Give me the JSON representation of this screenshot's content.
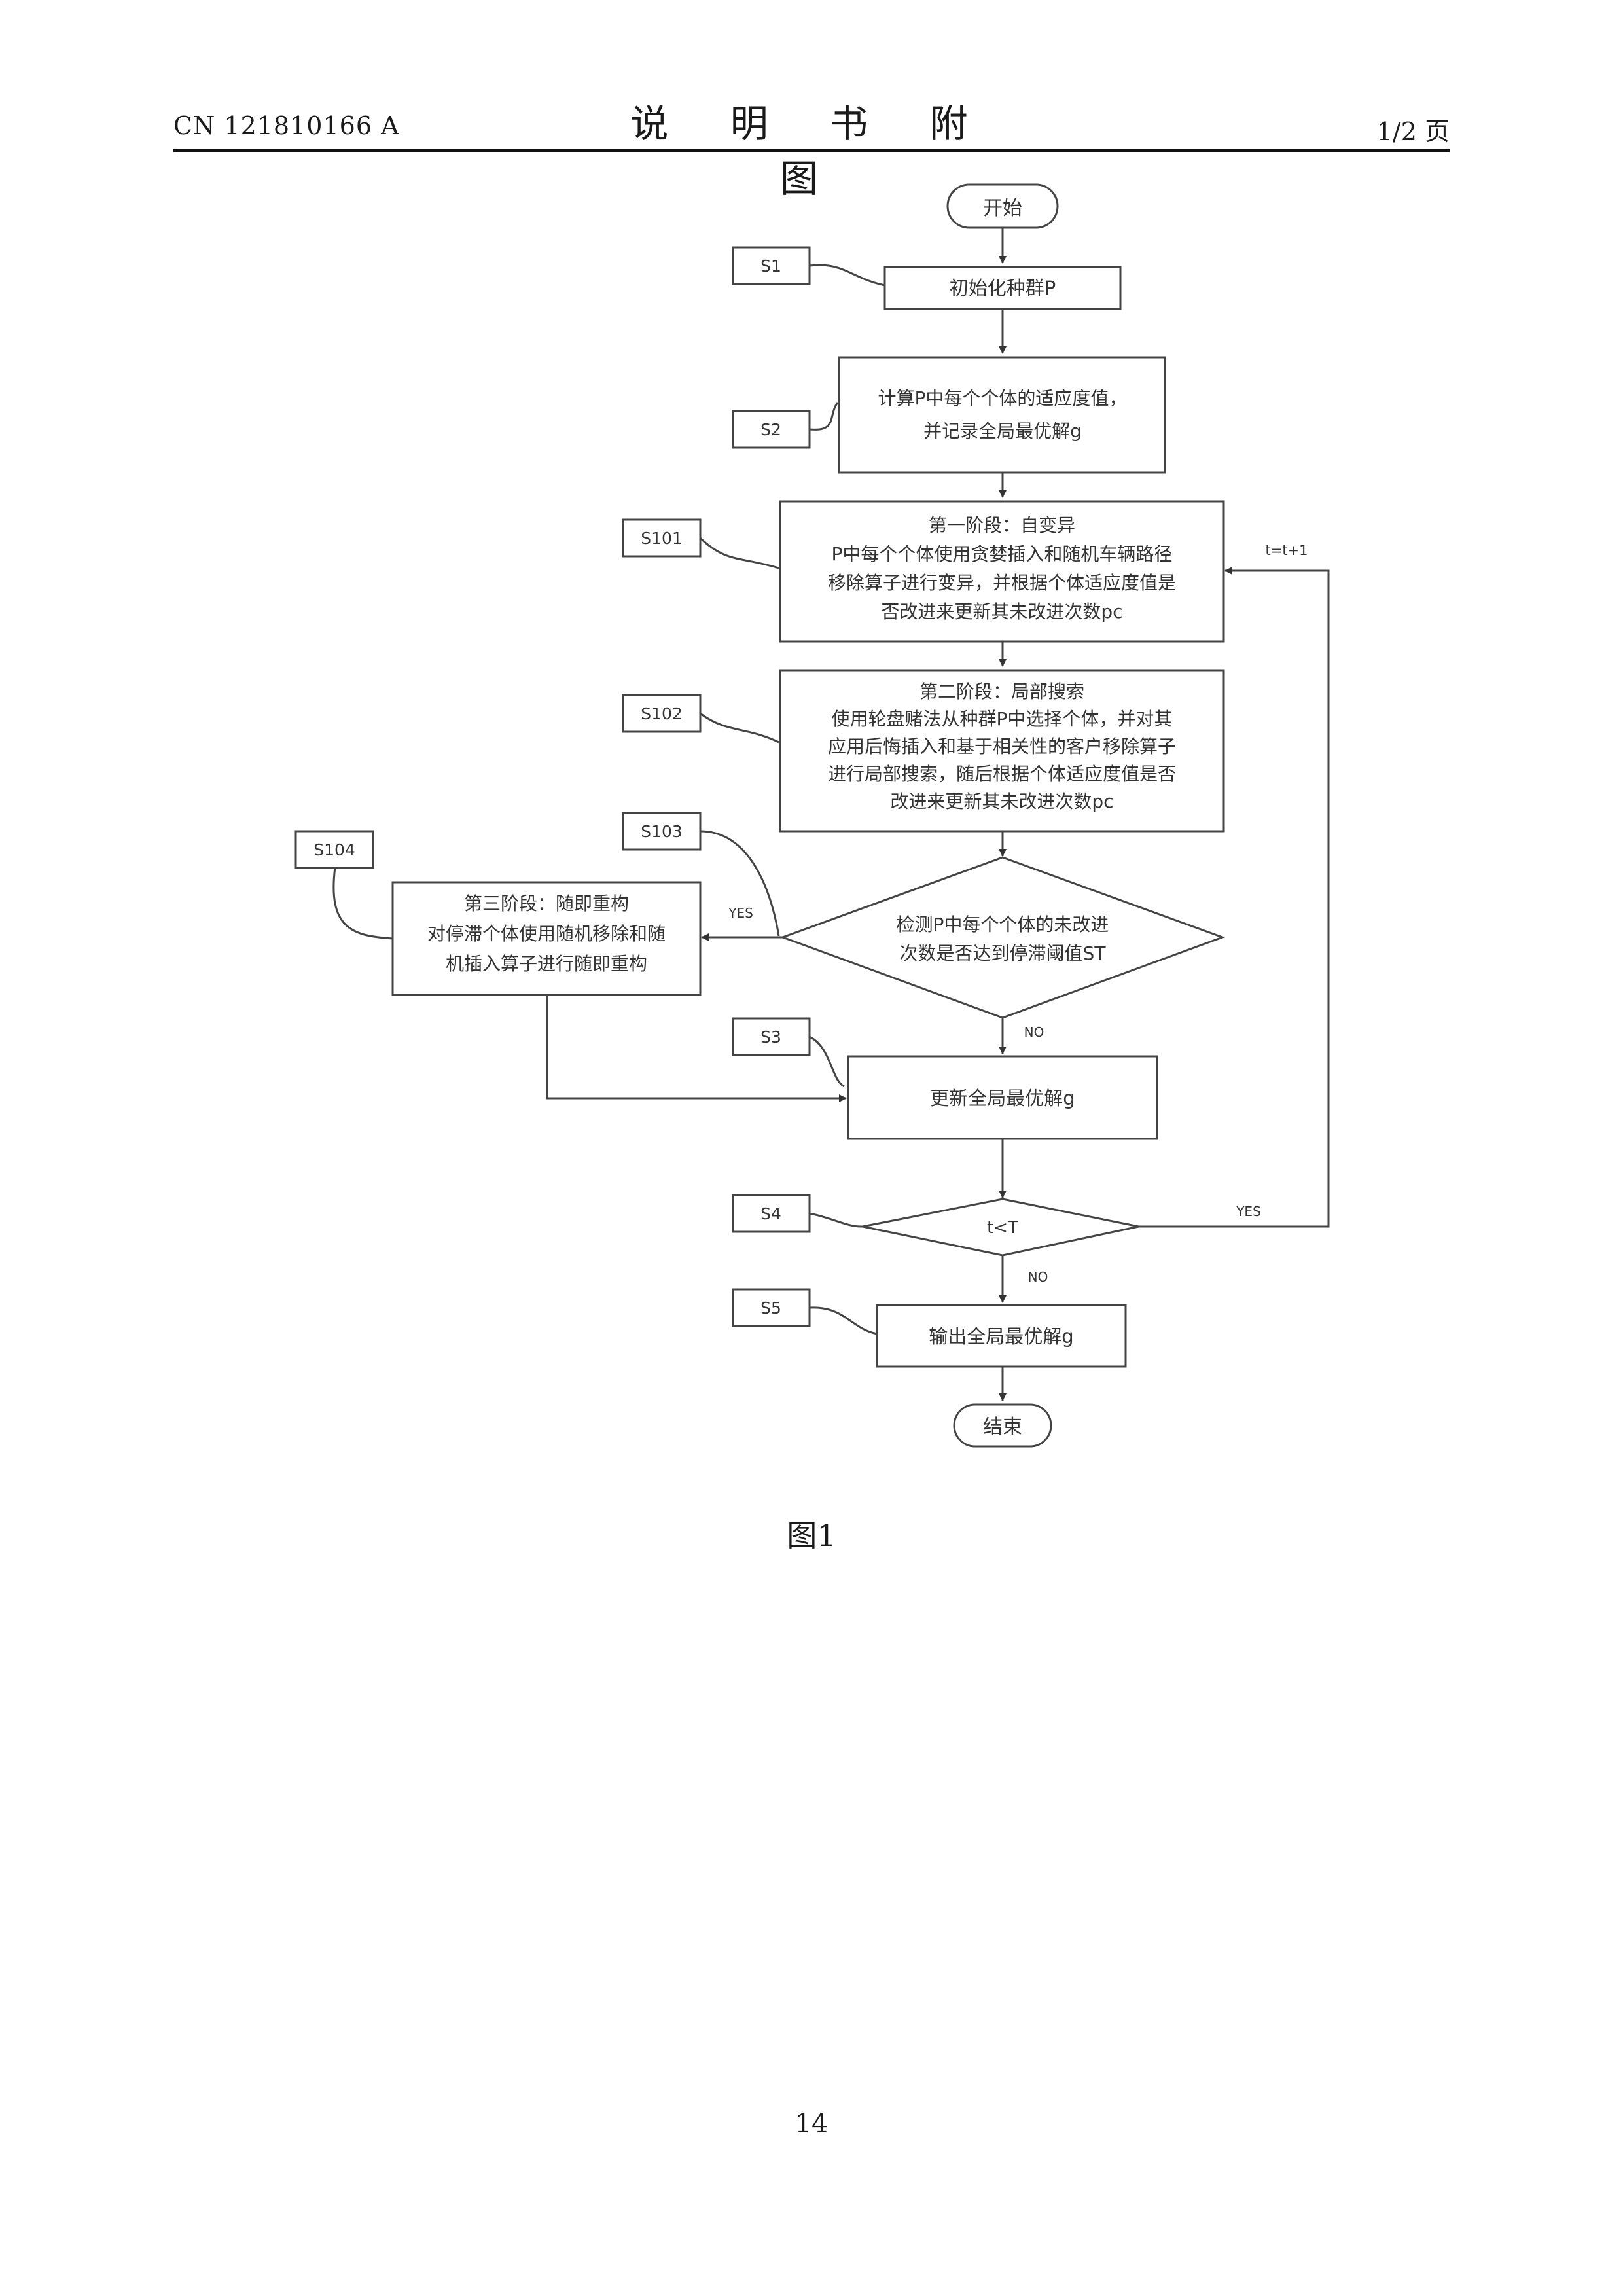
{
  "header": {
    "publication_no": "CN 121810166 A",
    "section_title": "说 明 书 附 图",
    "page_of": "1/2 页"
  },
  "flowchart": {
    "start": "开始",
    "end": "结束",
    "s1": "初始化种群P",
    "s2_lines": [
      "计算P中每个个体的适应度值，",
      "并记录全局最优解g"
    ],
    "s101_lines": [
      "第一阶段：自变异",
      "P中每个个体使用贪婪插入和随机车辆路径",
      "移除算子进行变异，并根据个体适应度值是",
      "否改进来更新其未改进次数pc"
    ],
    "s102_lines": [
      "第二阶段：局部搜索",
      "使用轮盘赌法从种群P中选择个体，并对其",
      "应用后悔插入和基于相关性的客户移除算子",
      "进行局部搜索，随后根据个体适应度值是否",
      "改进来更新其未改进次数pc"
    ],
    "s103_lines": [
      "检测P中每个个体的未改进",
      "次数是否达到停滞阈值ST"
    ],
    "s104_lines": [
      "第三阶段：随即重构",
      "对停滞个体使用随机移除和随",
      "机插入算子进行随即重构"
    ],
    "s3": "更新全局最优解g",
    "s4": "t<T",
    "s5": "输出全局最优解g",
    "loop_label": "t=t+1",
    "yes": "YES",
    "no": "NO",
    "tags": {
      "s1": "S1",
      "s2": "S2",
      "s101": "S101",
      "s102": "S102",
      "s103": "S103",
      "s104": "S104",
      "s3": "S3",
      "s4": "S4",
      "s5": "S5"
    }
  },
  "figure_caption": "图1",
  "page_number": "14"
}
